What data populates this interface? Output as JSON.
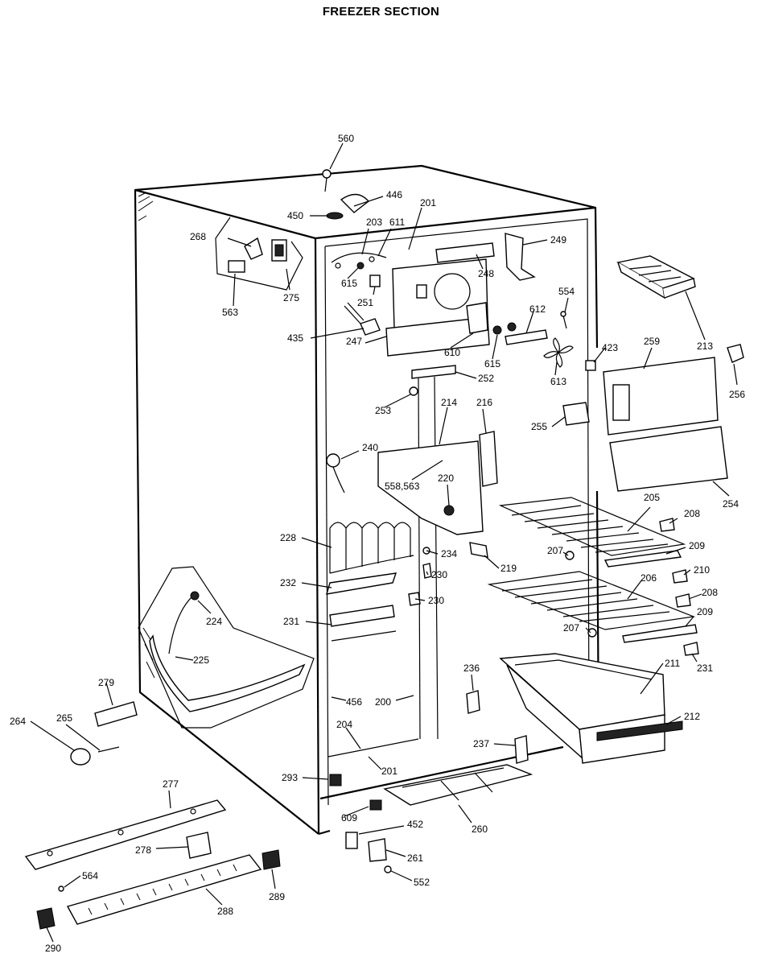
{
  "title": "FREEZER SECTION",
  "labels": {
    "l560": "560",
    "l446": "446",
    "l450": "450",
    "l201a": "201",
    "l268": "268",
    "l203": "203",
    "l611": "611",
    "l249": "249",
    "l615a": "615",
    "l248": "248",
    "l554": "554",
    "l213": "213",
    "l563a": "563",
    "l275": "275",
    "l251": "251",
    "l612": "612",
    "l435": "435",
    "l247": "247",
    "l610": "610",
    "l615b": "615",
    "l423": "423",
    "l259": "259",
    "l256": "256",
    "l613": "613",
    "l252": "252",
    "l253": "253",
    "l214": "214",
    "l216": "216",
    "l255": "255",
    "l240": "240",
    "l558563": "558,563",
    "l220": "220",
    "l254": "254",
    "l205": "205",
    "l208a": "208",
    "l228": "228",
    "l209a": "209",
    "l207a": "207",
    "l234": "234",
    "l219": "219",
    "l210": "210",
    "l230a": "230",
    "l206": "206",
    "l232": "232",
    "l208b": "208",
    "l230b": "230",
    "l224": "224",
    "l209b": "209",
    "l231a": "231",
    "l207b": "207",
    "l231b": "231",
    "l225": "225",
    "l211": "211",
    "l236": "236",
    "l279": "279",
    "l456": "456",
    "l200": "200",
    "l212": "212",
    "l264": "264",
    "l265": "265",
    "l204": "204",
    "l237": "237",
    "l293": "293",
    "l201b": "201",
    "l277": "277",
    "l609": "609",
    "l452": "452",
    "l260": "260",
    "l278": "278",
    "l261": "261",
    "l564": "564",
    "l552": "552",
    "l289": "289",
    "l288": "288",
    "l290": "290"
  }
}
